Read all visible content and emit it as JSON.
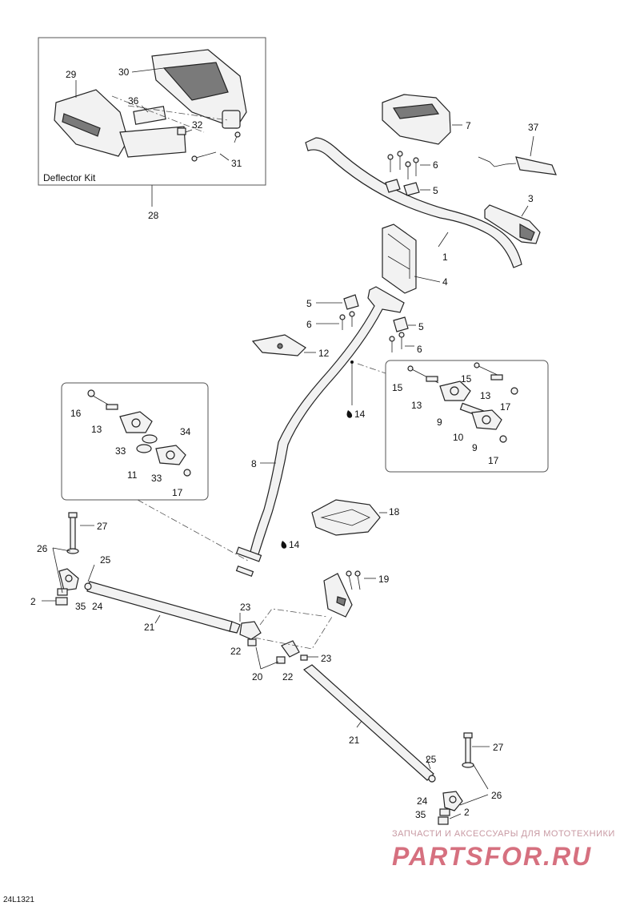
{
  "kit": {
    "title": "Deflector Kit"
  },
  "reference": "24L1321",
  "watermark": {
    "line1": "ЗАПЧАСТИ И АКСЕССУАРЫ ДЛЯ МОТОТЕХНИКИ",
    "line2": "PARTSFOR.RU"
  },
  "callouts": {
    "c1": "1",
    "c2a": "2",
    "c2b": "2",
    "c3": "3",
    "c4": "4",
    "c5a": "5",
    "c5b": "5",
    "c5c": "5",
    "c6a": "6",
    "c6b": "6",
    "c6c": "6",
    "c7": "7",
    "c8": "8",
    "c9a": "9",
    "c9b": "9",
    "c10": "10",
    "c11": "11",
    "c12": "12",
    "c13a": "13",
    "c13b": "13",
    "c13c": "13",
    "c14a": "14",
    "c14b": "14",
    "c15a": "15",
    "c15b": "15",
    "c16": "16",
    "c17a": "17",
    "c17b": "17",
    "c17c": "17",
    "c18": "18",
    "c19": "19",
    "c20": "20",
    "c21a": "21",
    "c21b": "21",
    "c22a": "22",
    "c22b": "22",
    "c23a": "23",
    "c23b": "23",
    "c24a": "24",
    "c24b": "24",
    "c25a": "25",
    "c25b": "25",
    "c26a": "26",
    "c26b": "26",
    "c27a": "27",
    "c27b": "27",
    "c28": "28",
    "c29": "29",
    "c30": "30",
    "c31": "31",
    "c32": "32",
    "c33a": "33",
    "c33b": "33",
    "c34": "34",
    "c35a": "35",
    "c35b": "35",
    "c36": "36",
    "c37": "37"
  }
}
